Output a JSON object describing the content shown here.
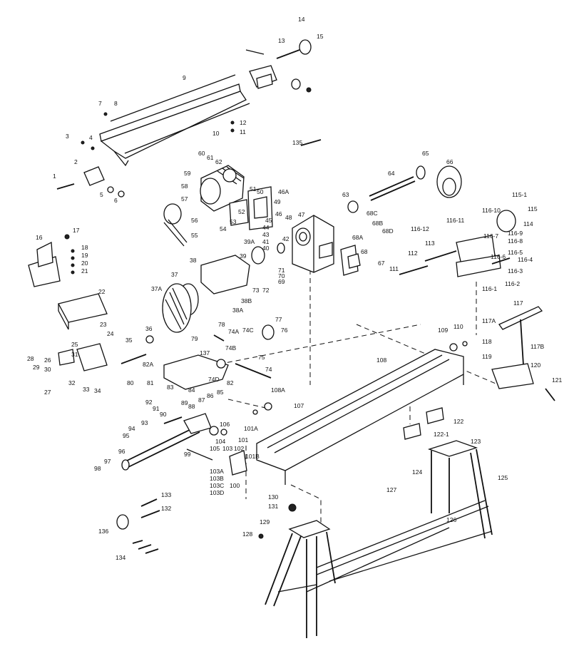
{
  "diagram": {
    "background": "#ffffff",
    "ink": "#111111",
    "labels": {
      "l1": "1",
      "l2": "2",
      "l3": "3",
      "l4": "4",
      "l5": "5",
      "l6": "6",
      "l7": "7",
      "l8": "8",
      "l9": "9",
      "l10": "10",
      "l11": "11",
      "l12": "12",
      "l13": "13",
      "l14": "14",
      "l15": "15",
      "l16": "16",
      "l17": "17",
      "l18": "18",
      "l19": "19",
      "l20": "20",
      "l21": "21",
      "l22": "22",
      "l23": "23",
      "l24": "24",
      "l25": "25",
      "l26": "26",
      "l27": "27",
      "l28": "28",
      "l29": "29",
      "l30": "30",
      "l31": "31",
      "l32": "32",
      "l33": "33",
      "l34": "34",
      "l35": "35",
      "l36": "36",
      "l37": "37",
      "l37A": "37A",
      "l38": "38",
      "l38A": "38A",
      "l38B": "38B",
      "l39": "39",
      "l39A": "39A",
      "l40": "40",
      "l41": "41",
      "l42": "42",
      "l43": "43",
      "l44": "44",
      "l45": "45",
      "l46": "46",
      "l46A": "46A",
      "l47": "47",
      "l48": "48",
      "l49": "49",
      "l50": "50",
      "l51": "51",
      "l52": "52",
      "l53": "53",
      "l54": "54",
      "l55": "55",
      "l56": "56",
      "l57": "57",
      "l58": "58",
      "l59": "59",
      "l60": "60",
      "l61": "61",
      "l62": "62",
      "l63": "63",
      "l64": "64",
      "l65": "65",
      "l66": "66",
      "l67": "67",
      "l68": "68",
      "l68A": "68A",
      "l68B": "68B",
      "l68C": "68C",
      "l68D": "68D",
      "l69": "69",
      "l70": "70",
      "l71": "71",
      "l72": "72",
      "l73": "73",
      "l74": "74",
      "l74A": "74A",
      "l74B": "74B",
      "l74C": "74C",
      "l74D": "74D",
      "l75": "75",
      "l76": "76",
      "l77": "77",
      "l78": "78",
      "l79": "79",
      "l80": "80",
      "l81": "81",
      "l82": "82",
      "l82A": "82A",
      "l83": "83",
      "l84": "84",
      "l85": "85",
      "l86": "86",
      "l87": "87",
      "l88": "88",
      "l89": "89",
      "l90": "90",
      "l91": "91",
      "l92": "92",
      "l93": "93",
      "l94": "94",
      "l95": "95",
      "l96": "96",
      "l97": "97",
      "l98": "98",
      "l99": "99",
      "l100": "100",
      "l101": "101",
      "l101A": "101A",
      "l101B": "101B",
      "l102": "102",
      "l103": "103",
      "l103A": "103A",
      "l103B": "103B",
      "l103C": "103C",
      "l103D": "103D",
      "l104": "104",
      "l105": "105",
      "l106": "106",
      "l107": "107",
      "l108": "108",
      "l108A": "108A",
      "l109": "109",
      "l110": "110",
      "l111": "111",
      "l112": "112",
      "l113": "113",
      "l114": "114",
      "l115": "115",
      "l115_1": "115-1",
      "l116_1": "116-1",
      "l116_2": "116-2",
      "l116_3": "116-3",
      "l116_4": "116-4",
      "l116_5": "116-5",
      "l116_6": "116-6",
      "l116_7": "116-7",
      "l116_8": "116-8",
      "l116_9": "116-9",
      "l116_10": "116-10",
      "l116_11": "116-11",
      "l116_12": "116-12",
      "l117": "117",
      "l117A": "117A",
      "l117B": "117B",
      "l118": "118",
      "l119": "119",
      "l120": "120",
      "l121": "121",
      "l122": "122",
      "l122_1": "122-1",
      "l123": "123",
      "l124": "124",
      "l125": "125",
      "l126": "126",
      "l127": "127",
      "l128": "128",
      "l129": "129",
      "l130": "130",
      "l131": "131",
      "l132": "132",
      "l133": "133",
      "l134": "134",
      "l135": "135",
      "l136": "136",
      "l137": "137"
    }
  }
}
